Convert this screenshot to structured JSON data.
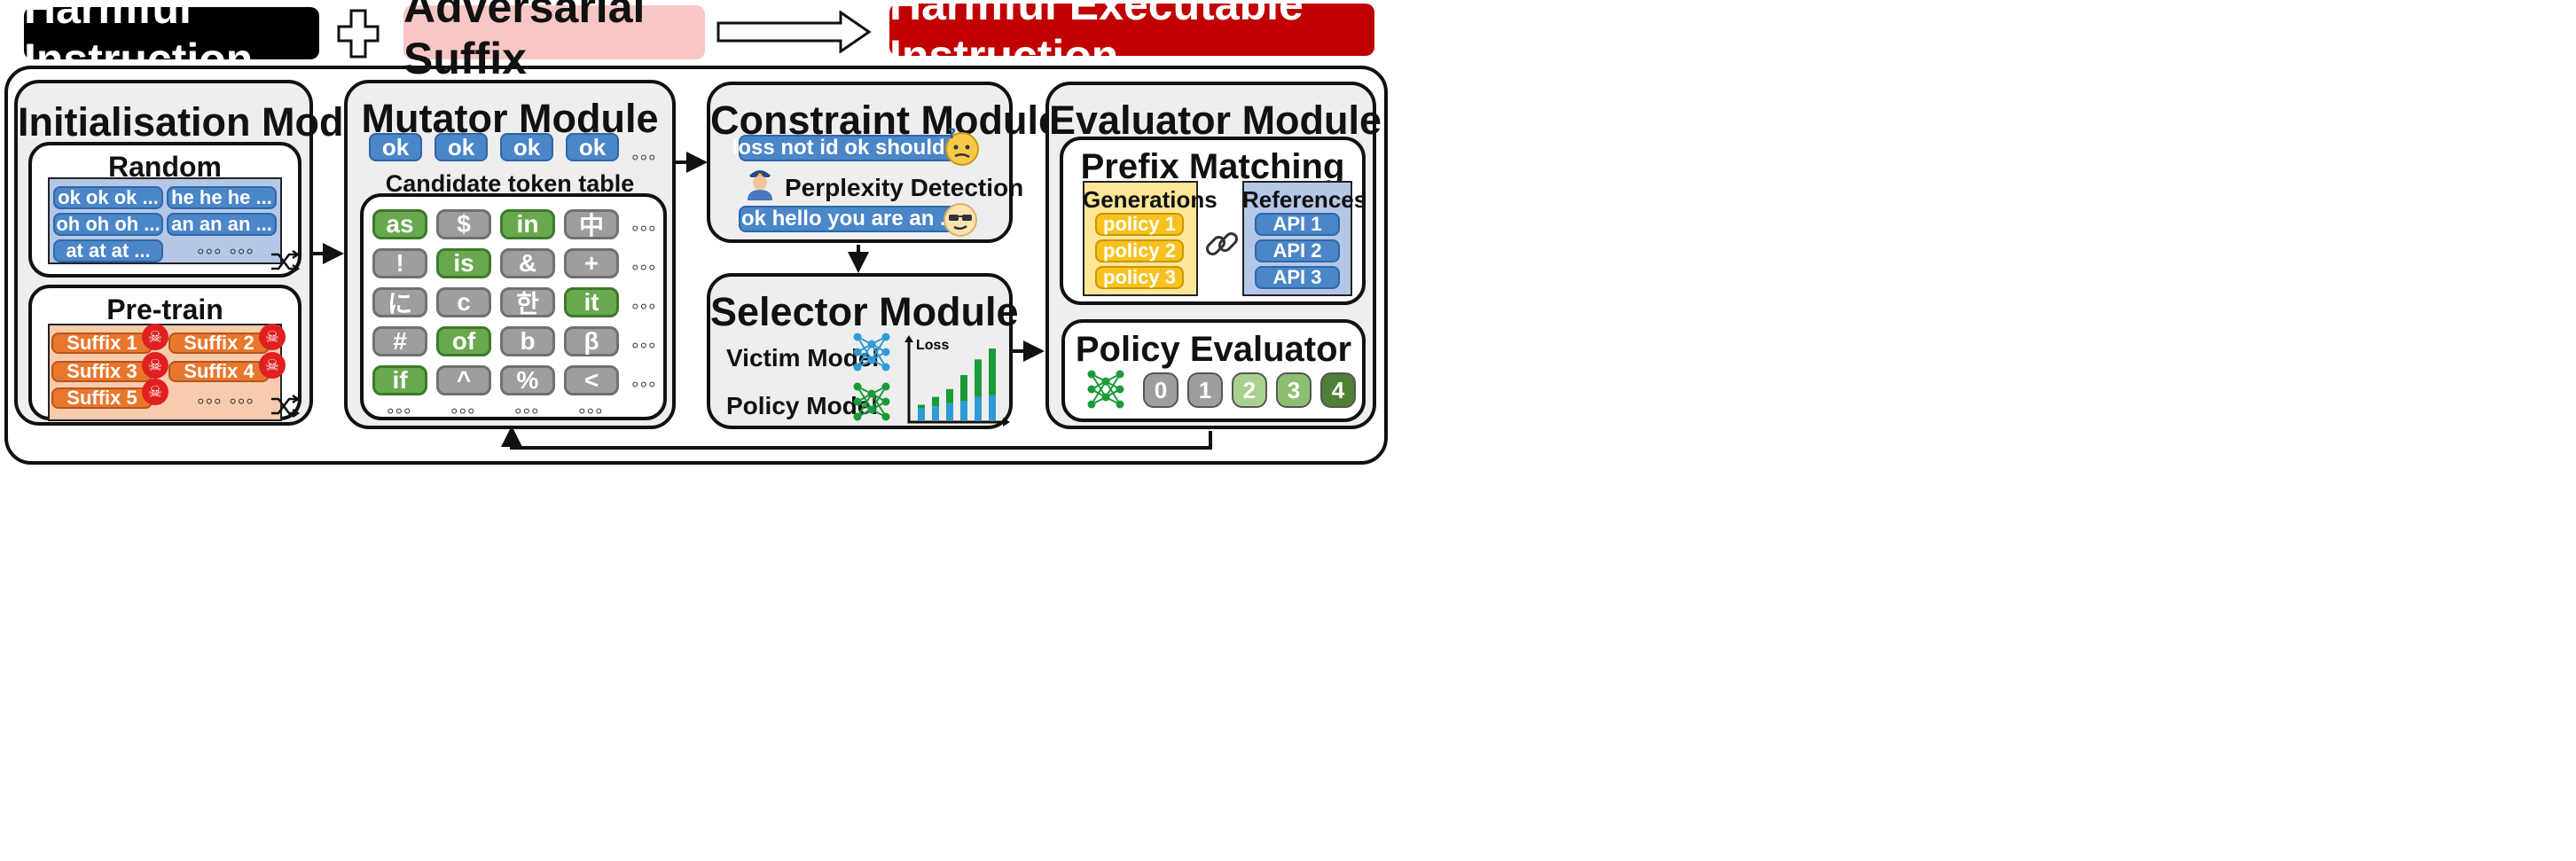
{
  "top_bar": {
    "harmful_instruction": "Harmful Instruction",
    "adversarial_suffix": "Adversarial Suffix",
    "harmful_executable": "Harmful Executable Instruction",
    "colors": {
      "black": "#000000",
      "pink": "#f8c7c5",
      "red": "#c00000"
    }
  },
  "init": {
    "title": "Initialisation Module",
    "random": {
      "title": "Random",
      "pills": [
        "ok ok ok ...",
        "he he he ...",
        "oh oh oh ...",
        "an an an ...",
        "at at at ..."
      ],
      "ellipsis": "◦◦◦ ◦◦◦"
    },
    "pretrain": {
      "title": "Pre-train",
      "pills": [
        "Suffix 1",
        "Suffix 2",
        "Suffix 3",
        "Suffix 4",
        "Suffix 5"
      ],
      "ellipsis": "◦◦◦ ◦◦◦"
    },
    "shuffle_icon": "shuffle-icon"
  },
  "mutator": {
    "title": "Mutator Module",
    "seq_tokens": [
      "ok",
      "ok",
      "ok",
      "ok"
    ],
    "seq_ellipsis": "◦◦◦",
    "table_label": "Candidate token table",
    "rows": [
      [
        "as",
        "$",
        "in",
        "中"
      ],
      [
        "!",
        "is",
        "&",
        "+"
      ],
      [
        "に",
        "c",
        "한",
        "it"
      ],
      [
        "#",
        "of",
        "b",
        "β"
      ],
      [
        "if",
        "^",
        "%",
        "<"
      ]
    ],
    "row_ellipsis": "◦◦◦",
    "col_ellipsis": "◦◦◦",
    "green_tokens": [
      "as",
      "in",
      "is",
      "it",
      "of",
      "if"
    ]
  },
  "constraint": {
    "title": "Constraint Module",
    "bad_example": "loss not id ok should ...",
    "detector_label": "Perplexity Detection",
    "good_example": "ok hello you are an ...",
    "icons": [
      "confused-face-icon",
      "police-officer-icon",
      "cool-face-icon"
    ]
  },
  "selector": {
    "title": "Selector Module",
    "victim_label": "Victim Model",
    "policy_label": "Policy Model",
    "loss_label": "Loss",
    "chart_data": {
      "type": "bar",
      "ylabel": "Loss",
      "series": [
        {
          "values": [
            0.15,
            0.18,
            0.22,
            0.25,
            0.3,
            0.32
          ]
        },
        {
          "values": [
            0.05,
            0.12,
            0.18,
            0.33,
            0.48,
            0.6
          ]
        }
      ],
      "colors": [
        "#2e9bd6",
        "#1a9a3a"
      ]
    }
  },
  "evaluator": {
    "title": "Evaluator Module",
    "prefix": {
      "title": "Prefix Matching",
      "generations_title": "Generations",
      "generations": [
        "policy 1",
        "policy 2",
        "policy 3"
      ],
      "references_title": "References",
      "references": [
        "API 1",
        "API 2",
        "API 3"
      ]
    },
    "policy": {
      "title": "Policy Evaluator",
      "scores": [
        "0",
        "1",
        "2",
        "3",
        "4"
      ],
      "score_colors": [
        "#9e9e9e",
        "#9e9e9e",
        "#a9d18e",
        "#8cbf6f",
        "#4f7f35"
      ]
    }
  }
}
